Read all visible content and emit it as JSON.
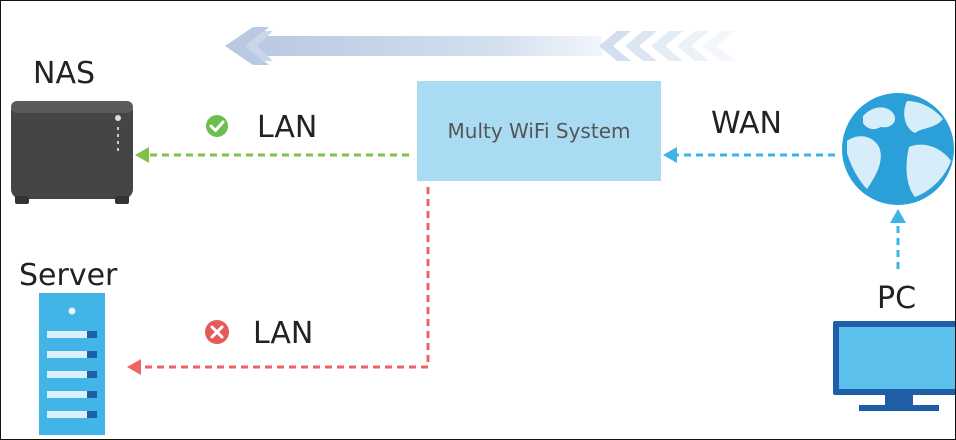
{
  "labels": {
    "nas": "NAS",
    "server": "Server",
    "pc": "PC",
    "lan_ok": "LAN",
    "lan_fail": "LAN",
    "wan": "WAN",
    "router": "Multy WiFi System"
  },
  "colors": {
    "router_fill": "#a9dcf3",
    "lan_ok_line": "#7ec24a",
    "lan_fail_line": "#ee6464",
    "wan_line": "#3db4e8",
    "ok_icon": "#6cbf4f",
    "fail_icon": "#e65a5a",
    "flow_arrow": "#c8d6ea",
    "nas_body": "#454545",
    "server_body": "#42b4e6",
    "globe": "#2a9fd8",
    "pc_screen": "#42b4e6"
  },
  "icons": [
    "nas-icon",
    "server-icon",
    "globe-icon",
    "pc-icon",
    "check-icon",
    "x-icon",
    "flow-arrow-icon"
  ]
}
